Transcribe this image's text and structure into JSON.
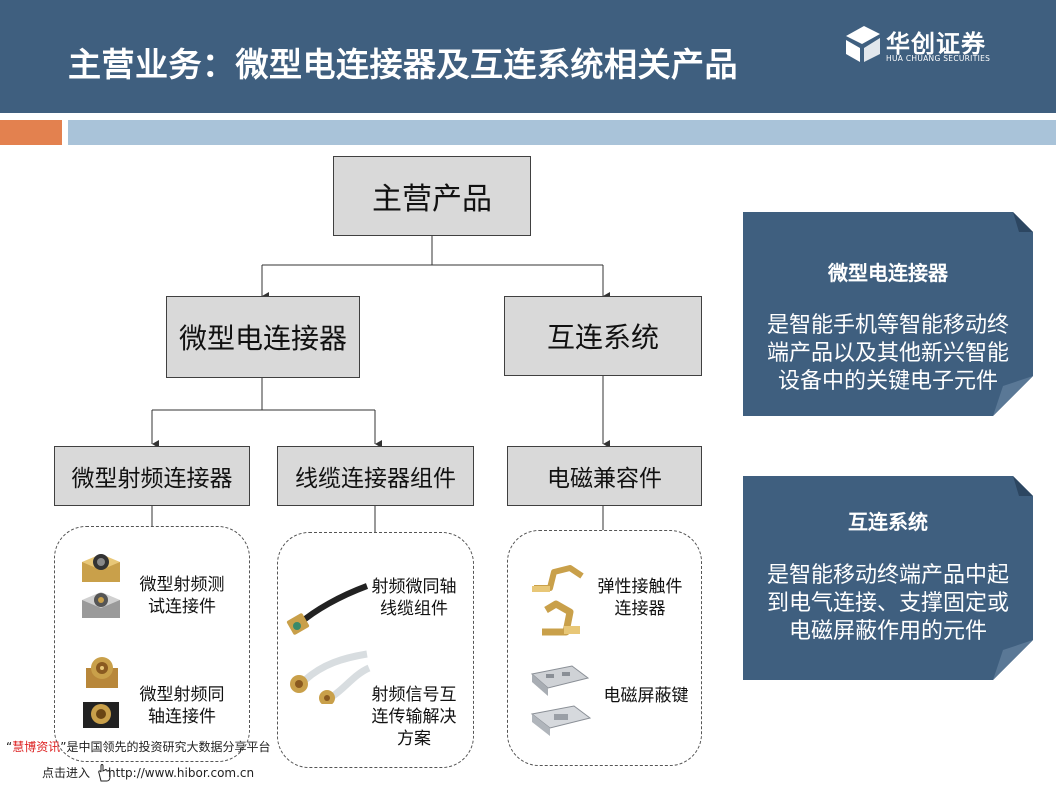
{
  "header": {
    "title": "主营业务：微型电连接器及互连系统相关产品",
    "logo_cn": "华创证券",
    "logo_en": "HUA CHUANG SECURITIES"
  },
  "diagram": {
    "root": "主营产品",
    "level2": [
      "微型电连接器",
      "互连系统"
    ],
    "level3": [
      "微型射频连接器",
      "线缆连接器组件",
      "电磁兼容件"
    ],
    "products": {
      "rf": [
        {
          "line1": "微型射频测",
          "line2": "试连接件"
        },
        {
          "line1": "微型射频同",
          "line2": "轴连接件"
        }
      ],
      "cable": [
        {
          "line1": "射频微同轴",
          "line2": "线缆组件",
          "line3": ""
        },
        {
          "line1": "射频信号互",
          "line2": "连传输解决",
          "line3": "方案"
        }
      ],
      "emc": [
        {
          "line1": "弹性接触件",
          "line2": "连接器"
        },
        {
          "line1": "电磁屏蔽键",
          "line2": ""
        }
      ]
    }
  },
  "side_panels": [
    {
      "title": "微型电连接器",
      "lines": [
        "是智能手机等智能移动终",
        "端产品以及其他新兴智能",
        "设备中的关键电子元件"
      ]
    },
    {
      "title": "互连系统",
      "lines": [
        "是智能移动终端产品中起",
        "到电气连接、支撑固定或",
        "电磁屏蔽作用的元件"
      ]
    }
  ],
  "watermark": {
    "quote_open": "“",
    "brand": "慧博资讯",
    "text": "”是中国领先的投资研究大数据分享平台",
    "enter": "点击进入",
    "url": "http://www.hibor.com.cn"
  },
  "colors": {
    "header_bg": "#3f5f7f",
    "accent_orange": "#e3814f",
    "accent_blue": "#a9c3d9",
    "box_fill": "#d9d9d9",
    "panel_bg": "#3f5f7f"
  }
}
